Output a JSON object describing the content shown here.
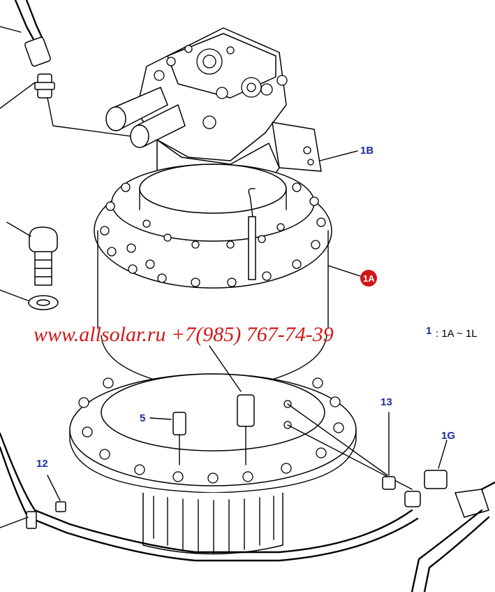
{
  "labels": {
    "l1B": "1B",
    "l1A": "1A",
    "l5": "5",
    "l12": "12",
    "l13": "13",
    "l1G": "1G"
  },
  "watermark": "www.allsolar.ru +7(985) 767-74-39",
  "legend": {
    "number": "1",
    "text": ": 1A ~ 1L"
  },
  "colors": {
    "label": "#1a2d9c",
    "watermark": "#d01818",
    "badge": "#d01818"
  }
}
